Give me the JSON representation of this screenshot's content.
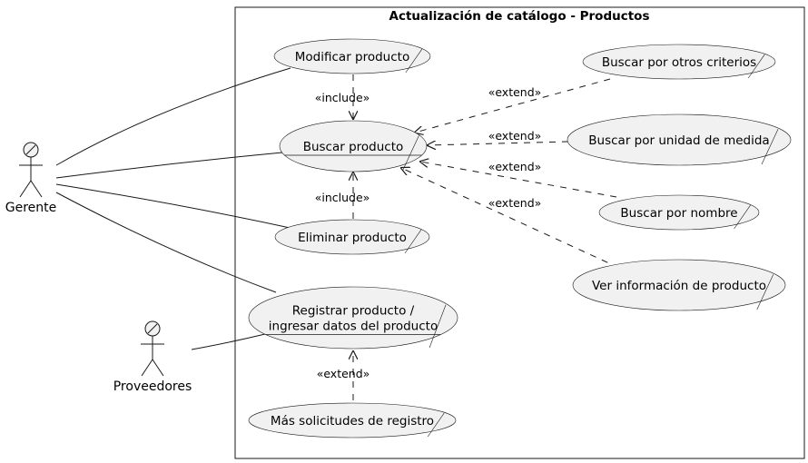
{
  "system": {
    "title": "Actualización de catálogo - Productos"
  },
  "actors": [
    {
      "id": "gerente",
      "label": "Gerente"
    },
    {
      "id": "proveedores",
      "label": "Proveedores"
    }
  ],
  "use_cases": [
    {
      "id": "modificar",
      "lines": [
        "Modificar producto"
      ]
    },
    {
      "id": "buscar",
      "lines": [
        "Buscar producto"
      ]
    },
    {
      "id": "eliminar",
      "lines": [
        "Eliminar producto"
      ]
    },
    {
      "id": "registrar",
      "lines": [
        "Registrar producto /",
        "ingresar datos del producto"
      ]
    },
    {
      "id": "mas_solicitudes",
      "lines": [
        "Más solicitudes de registro"
      ]
    },
    {
      "id": "otros_criterios",
      "lines": [
        "Buscar por otros criterios"
      ]
    },
    {
      "id": "unidad_medida",
      "lines": [
        "Buscar por unidad de medida"
      ]
    },
    {
      "id": "nombre",
      "lines": [
        "Buscar por nombre"
      ]
    },
    {
      "id": "ver_info",
      "lines": [
        "Ver información de producto"
      ]
    }
  ],
  "relations": [
    {
      "type": "association",
      "from": "gerente",
      "to": "modificar"
    },
    {
      "type": "association",
      "from": "gerente",
      "to": "buscar"
    },
    {
      "type": "association",
      "from": "gerente",
      "to": "eliminar"
    },
    {
      "type": "association",
      "from": "gerente",
      "to": "registrar"
    },
    {
      "type": "association",
      "from": "proveedores",
      "to": "registrar"
    },
    {
      "type": "include",
      "from": "modificar",
      "to": "buscar",
      "label": "«include»"
    },
    {
      "type": "include",
      "from": "eliminar",
      "to": "buscar",
      "label": "«include»"
    },
    {
      "type": "extend",
      "from": "otros_criterios",
      "to": "buscar",
      "label": "«extend»"
    },
    {
      "type": "extend",
      "from": "unidad_medida",
      "to": "buscar",
      "label": "«extend»"
    },
    {
      "type": "extend",
      "from": "nombre",
      "to": "buscar",
      "label": "«extend»"
    },
    {
      "type": "extend",
      "from": "ver_info",
      "to": "buscar",
      "label": "«extend»"
    },
    {
      "type": "extend",
      "from": "mas_solicitudes",
      "to": "registrar",
      "label": "«extend»"
    }
  ]
}
